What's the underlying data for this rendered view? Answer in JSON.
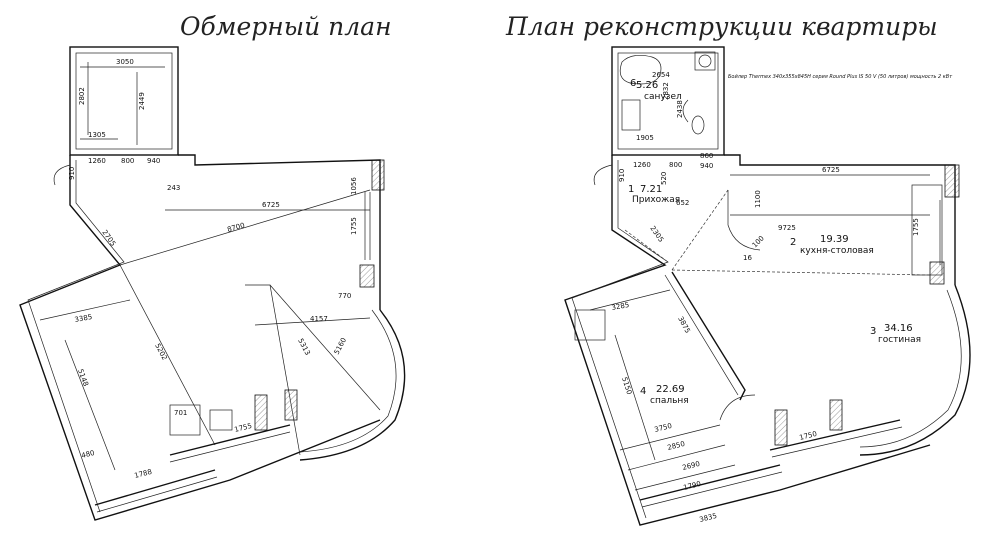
{
  "titles": {
    "left": "Обмерный план",
    "right": "План реконструкции квартиры"
  },
  "left_plan": {
    "dimensions": [
      "3050",
      "2802",
      "2449",
      "1305",
      "1260",
      "800",
      "940",
      "910",
      "243",
      "6725",
      "8700",
      "1755",
      "1056",
      "770",
      "2705",
      "3385",
      "5202",
      "4157",
      "5313",
      "5160",
      "5148",
      "701",
      "1755",
      "1788",
      "480"
    ]
  },
  "right_plan": {
    "heater_note": "Бойлер Thermex 340x355x845H серия Round Plus IS 50 V (50 литров) мощность 2 кВт",
    "rooms": [
      {
        "number": "6",
        "area": "5.26",
        "name": "санузел"
      },
      {
        "number": "1",
        "area": "7.21",
        "name": "Прихожая"
      },
      {
        "number": "2",
        "area": "19.39",
        "name": "кухня-столовая"
      },
      {
        "number": "3",
        "area": "34.16",
        "name": "гостиная"
      },
      {
        "number": "4",
        "area": "22.69",
        "name": "спальня"
      }
    ],
    "dimensions": [
      "2654",
      "2438",
      "2832",
      "1905",
      "1260",
      "800",
      "860",
      "940",
      "910",
      "520",
      "652",
      "6725",
      "9725",
      "1755",
      "1100",
      "2305",
      "3285",
      "3875",
      "5150",
      "3750",
      "2850",
      "2690",
      "1790",
      "3835",
      "1750",
      "100",
      "16"
    ]
  }
}
